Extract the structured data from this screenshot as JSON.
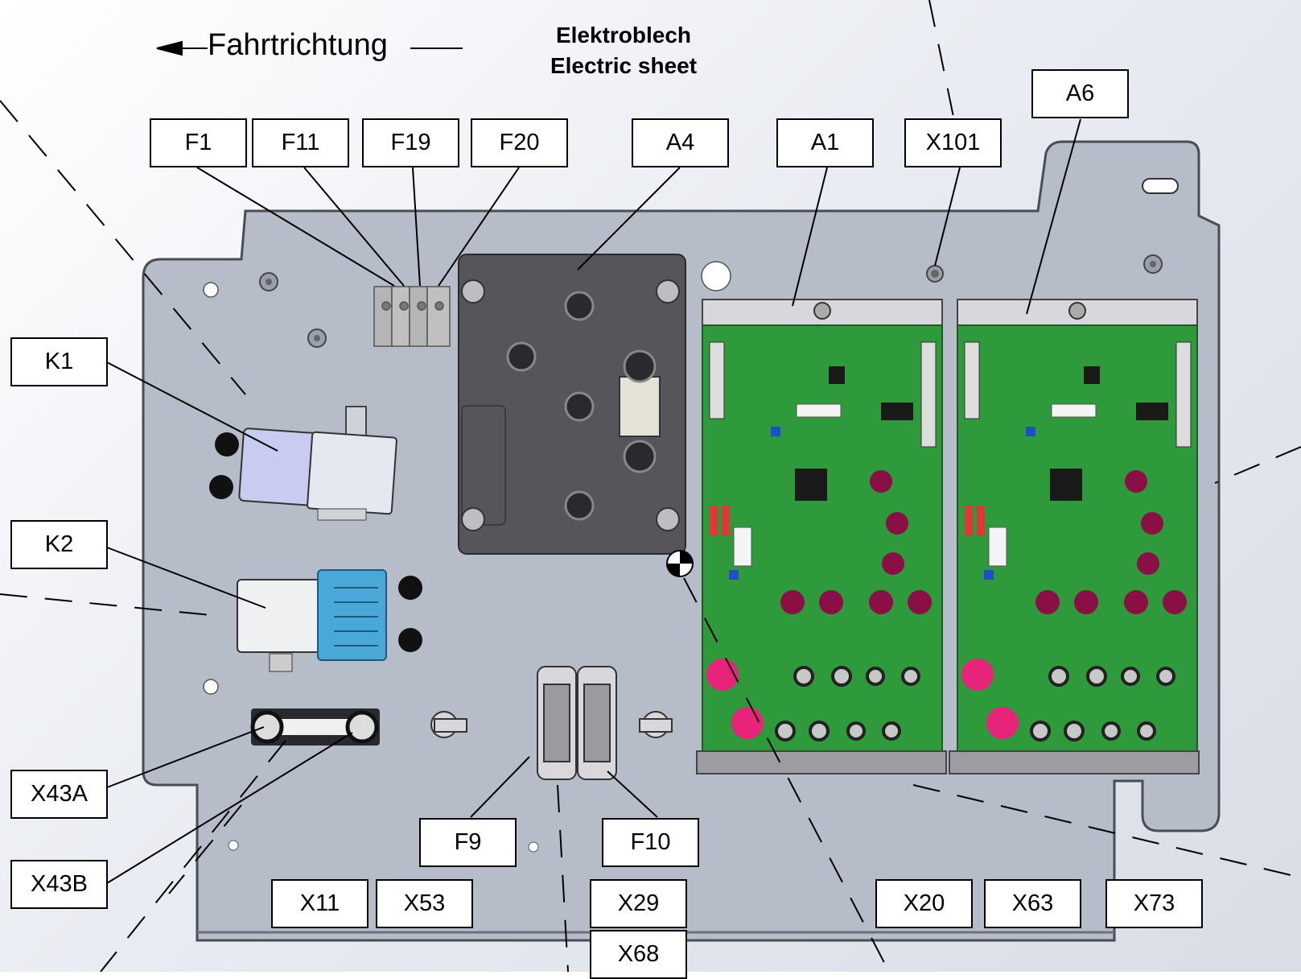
{
  "header": {
    "direction": "Fahrtrichtung",
    "title_de": "Elektroblech",
    "title_en": "Electric sheet"
  },
  "labels": {
    "F1": "F1",
    "F11": "F11",
    "F19": "F19",
    "F20": "F20",
    "A4": "A4",
    "A1": "A1",
    "X101": "X101",
    "A6": "A6",
    "K1": "K1",
    "K2": "K2",
    "X43A": "X43A",
    "X43B": "X43B",
    "F9": "F9",
    "F10": "F10",
    "X11": "X11",
    "X53": "X53",
    "X29": "X29",
    "X68": "X68",
    "X20": "X20",
    "X63": "X63",
    "X73": "X73"
  },
  "colors": {
    "plate": "#b7bcc9",
    "plate_edge": "#4a4d55",
    "pcb": "#2f9a3c",
    "box": "#55555a",
    "contactor_k1": "#c8ccf0",
    "contactor_k2": "#4aa8d8",
    "capacitor": "#8a0f45",
    "led": "#e8237a"
  }
}
